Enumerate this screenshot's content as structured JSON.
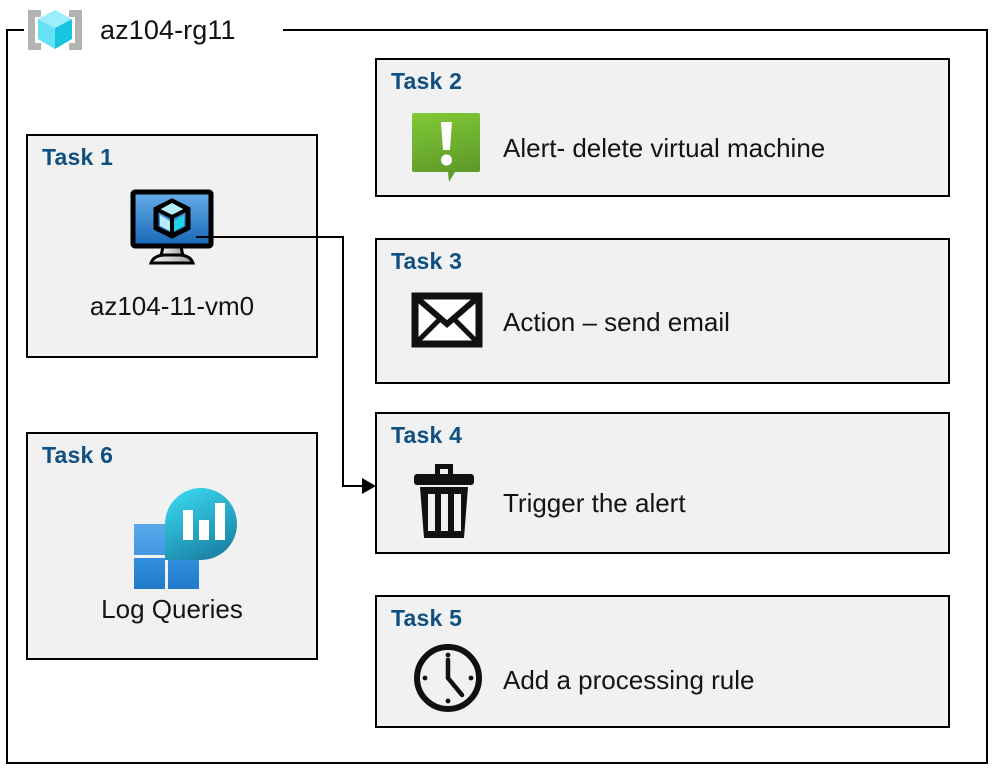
{
  "resource_group": {
    "name": "az104-rg11",
    "icon": "resource-group-cube-icon"
  },
  "colors": {
    "task_title": "#0f5080",
    "card_fill": "#f1f1f1",
    "card_border": "#000000",
    "alert_green_light": "#7cc242",
    "alert_green_dark": "#5d9b2b",
    "vm_blue_light": "#5ba3e0",
    "vm_blue_dark": "#1f6cba",
    "log_square_light": "#50a3e8",
    "log_square_dark": "#2b88d8",
    "log_drop_top": "#33d1ea",
    "log_drop_bottom": "#1b82a6",
    "rg_bracket_gray": "#b3b3b3",
    "rg_cube_cyan": "#8de9fb",
    "rg_cube_teal": "#19c8e0",
    "connector": "#000000"
  },
  "tasks": [
    {
      "id": "task-1",
      "title": "Task 1",
      "label": "az104-11-vm0",
      "icon": "virtual-machine-icon",
      "layout": "vertical"
    },
    {
      "id": "task-2",
      "title": "Task 2",
      "label": "Alert- delete virtual machine",
      "icon": "alert-exclamation-icon",
      "layout": "horizontal"
    },
    {
      "id": "task-3",
      "title": "Task 3",
      "label": "Action – send email",
      "icon": "envelope-icon",
      "layout": "horizontal"
    },
    {
      "id": "task-4",
      "title": "Task 4",
      "label": "Trigger the alert",
      "icon": "trash-can-icon",
      "layout": "horizontal"
    },
    {
      "id": "task-5",
      "title": "Task 5",
      "label": "Add a processing rule",
      "icon": "clock-icon",
      "layout": "horizontal"
    },
    {
      "id": "task-6",
      "title": "Task 6",
      "label": "Log Queries",
      "icon": "log-analytics-icon",
      "layout": "vertical"
    }
  ],
  "connector": {
    "from": "task-1-virtual-machine-icon",
    "to": "task-4",
    "style": "elbow-arrow"
  }
}
